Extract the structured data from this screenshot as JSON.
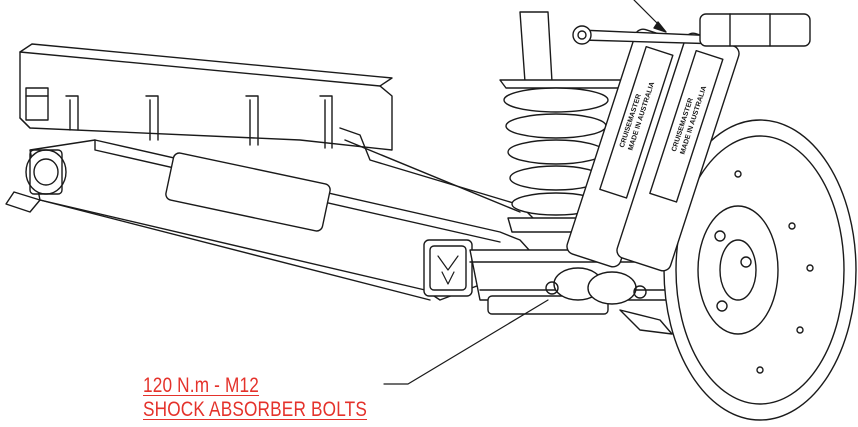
{
  "annotation": {
    "torque_line": "120 N.m - M12",
    "part_line": "SHOCK ABSORBER BOLTS",
    "color": "#e4322b"
  },
  "shock_label": {
    "brand": "CRUISEMASTER",
    "made_in": "MADE IN AUSTRALIA"
  },
  "line_color": "#1a1a1a"
}
